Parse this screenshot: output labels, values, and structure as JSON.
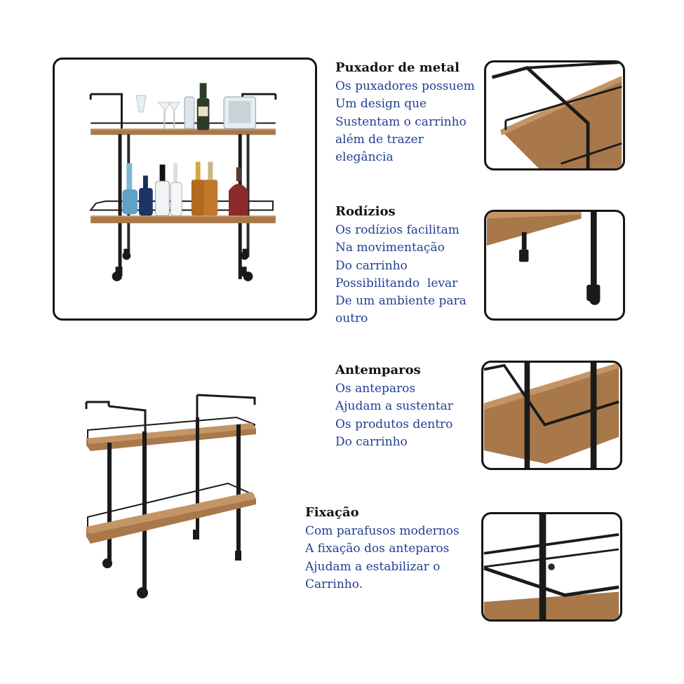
{
  "sections": [
    {
      "title": "Puxador de metal",
      "lines": [
        "Os puxadores possuem",
        "Um design que",
        "Sustentam o carrinho",
        "além de trazer",
        "elegância"
      ]
    },
    {
      "title": "Rodízios",
      "lines": [
        "Os rodízios facilitam",
        "Na movimentação",
        "Do carrinho",
        "Possibilitando  levar",
        "De um ambiente para",
        "outro"
      ]
    },
    {
      "title": "Antemparos",
      "lines": [
        "Os anteparos",
        "Ajudam a sustentar",
        "Os produtos dentro",
        "Do carrinho"
      ]
    },
    {
      "title": "Fixação",
      "lines": [
        "Com parafusos modernos",
        "A fixação dos anteparos",
        "Ajudam a estabilizar o",
        "Carrinho."
      ]
    }
  ],
  "colors": {
    "heading": "#141414",
    "body_text": "#1f3f92",
    "frame_border": "#151515",
    "wood": "#a9784a",
    "metal": "#1a1a1a"
  }
}
